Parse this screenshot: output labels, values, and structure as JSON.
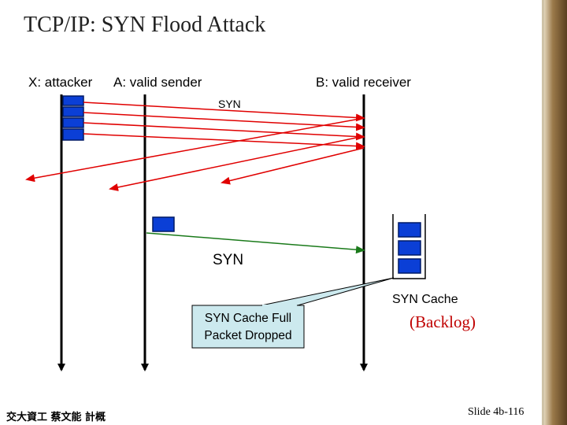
{
  "slide": {
    "title": "TCP/IP: SYN Flood Attack",
    "footer_left": "交大資工 蔡文能 計概",
    "footer_right": "Slide 4b-116"
  },
  "hosts": {
    "attacker": "X: attacker",
    "sender": "A: valid sender",
    "receiver": "B: valid receiver"
  },
  "messages": {
    "syn_flood": "SYN",
    "syn_valid": "SYN"
  },
  "cache": {
    "label": "SYN Cache",
    "note": "(Backlog)",
    "slots": 3
  },
  "callout": {
    "line1": "SYN Cache Full",
    "line2": "Packet Dropped"
  },
  "colors": {
    "flood_arrow": "#e00000",
    "valid_arrow": "#1a7a1a",
    "block": "#0b3fd6",
    "callout_fill": "#cce9ee",
    "backlog_text": "#c00000",
    "side_bar": "#8a6a3a"
  }
}
